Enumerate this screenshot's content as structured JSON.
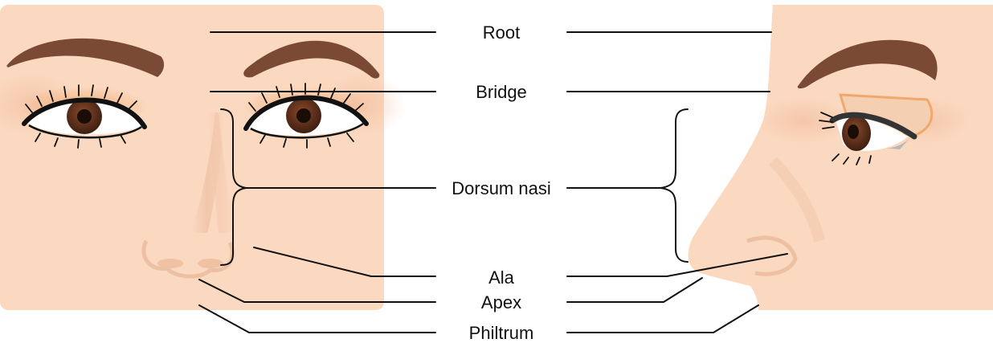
{
  "labels": {
    "root": "Root",
    "bridge": "Bridge",
    "dorsum_nasi": "Dorsum nasi",
    "ala": "Ala",
    "apex": "Apex",
    "philtrum": "Philtrum"
  },
  "colors": {
    "skin": "#fbd9c0",
    "skin_shadow": "#f3c5a8",
    "eyebrow": "#7a4a34",
    "iris": "#5a2e1c",
    "eyeliner": "#111111",
    "eyeshadow": "#f3b98a",
    "leader_line": "#111111"
  }
}
